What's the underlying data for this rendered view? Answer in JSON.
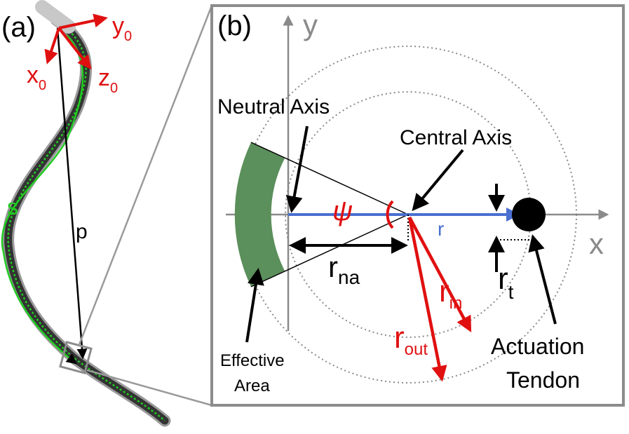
{
  "panel_a": {
    "label": "(a)",
    "frame": {
      "x": "x",
      "x_sub": "0",
      "y": "y",
      "y_sub": "0",
      "z": "z",
      "z_sub": "0"
    },
    "arc_length": "s",
    "position": "p"
  },
  "panel_b": {
    "label": "(b)",
    "axis_x": "x",
    "axis_y": "y",
    "neutral_axis": "Neutral Axis",
    "central_axis": "Central Axis",
    "angle": "ψ",
    "radius": "r",
    "r_na": {
      "main": "r",
      "sub": "na"
    },
    "r_in": {
      "main": "r",
      "sub": "in"
    },
    "r_out": {
      "main": "r",
      "sub": "out"
    },
    "r_t": {
      "main": "r",
      "sub": "t"
    },
    "effective_area": [
      "Effective",
      "Area"
    ],
    "actuation_tendon": [
      "Actuation",
      "Tendon"
    ]
  },
  "colors": {
    "red": "#e01010",
    "green": "#22cc22",
    "area_green": "#5b8f5b",
    "blue": "#4a6fd0",
    "gray": "#8a8a8a",
    "frame_gray": "#8c8c8c"
  }
}
